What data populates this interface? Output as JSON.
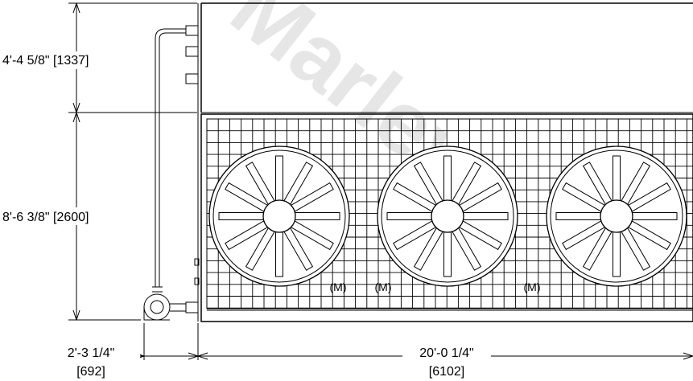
{
  "dimensions": {
    "upper_height": "4'-4 5/8\" [1337]",
    "lower_height": "8'-6 3/8\" [2600]",
    "pipe_offset": "2'-3 1/4\"",
    "pipe_offset_metric": "[692]",
    "overall_length": "20'-0 1/4\"",
    "overall_length_metric": "[6102]"
  },
  "motor_labels": [
    "(M)",
    "(M)",
    "(M)"
  ],
  "fans": {
    "count": 3,
    "blades": 12
  },
  "watermark": "Marley",
  "colors": {
    "line": "#000000",
    "background": "#ffffff",
    "watermark": "#e6e6e6"
  }
}
